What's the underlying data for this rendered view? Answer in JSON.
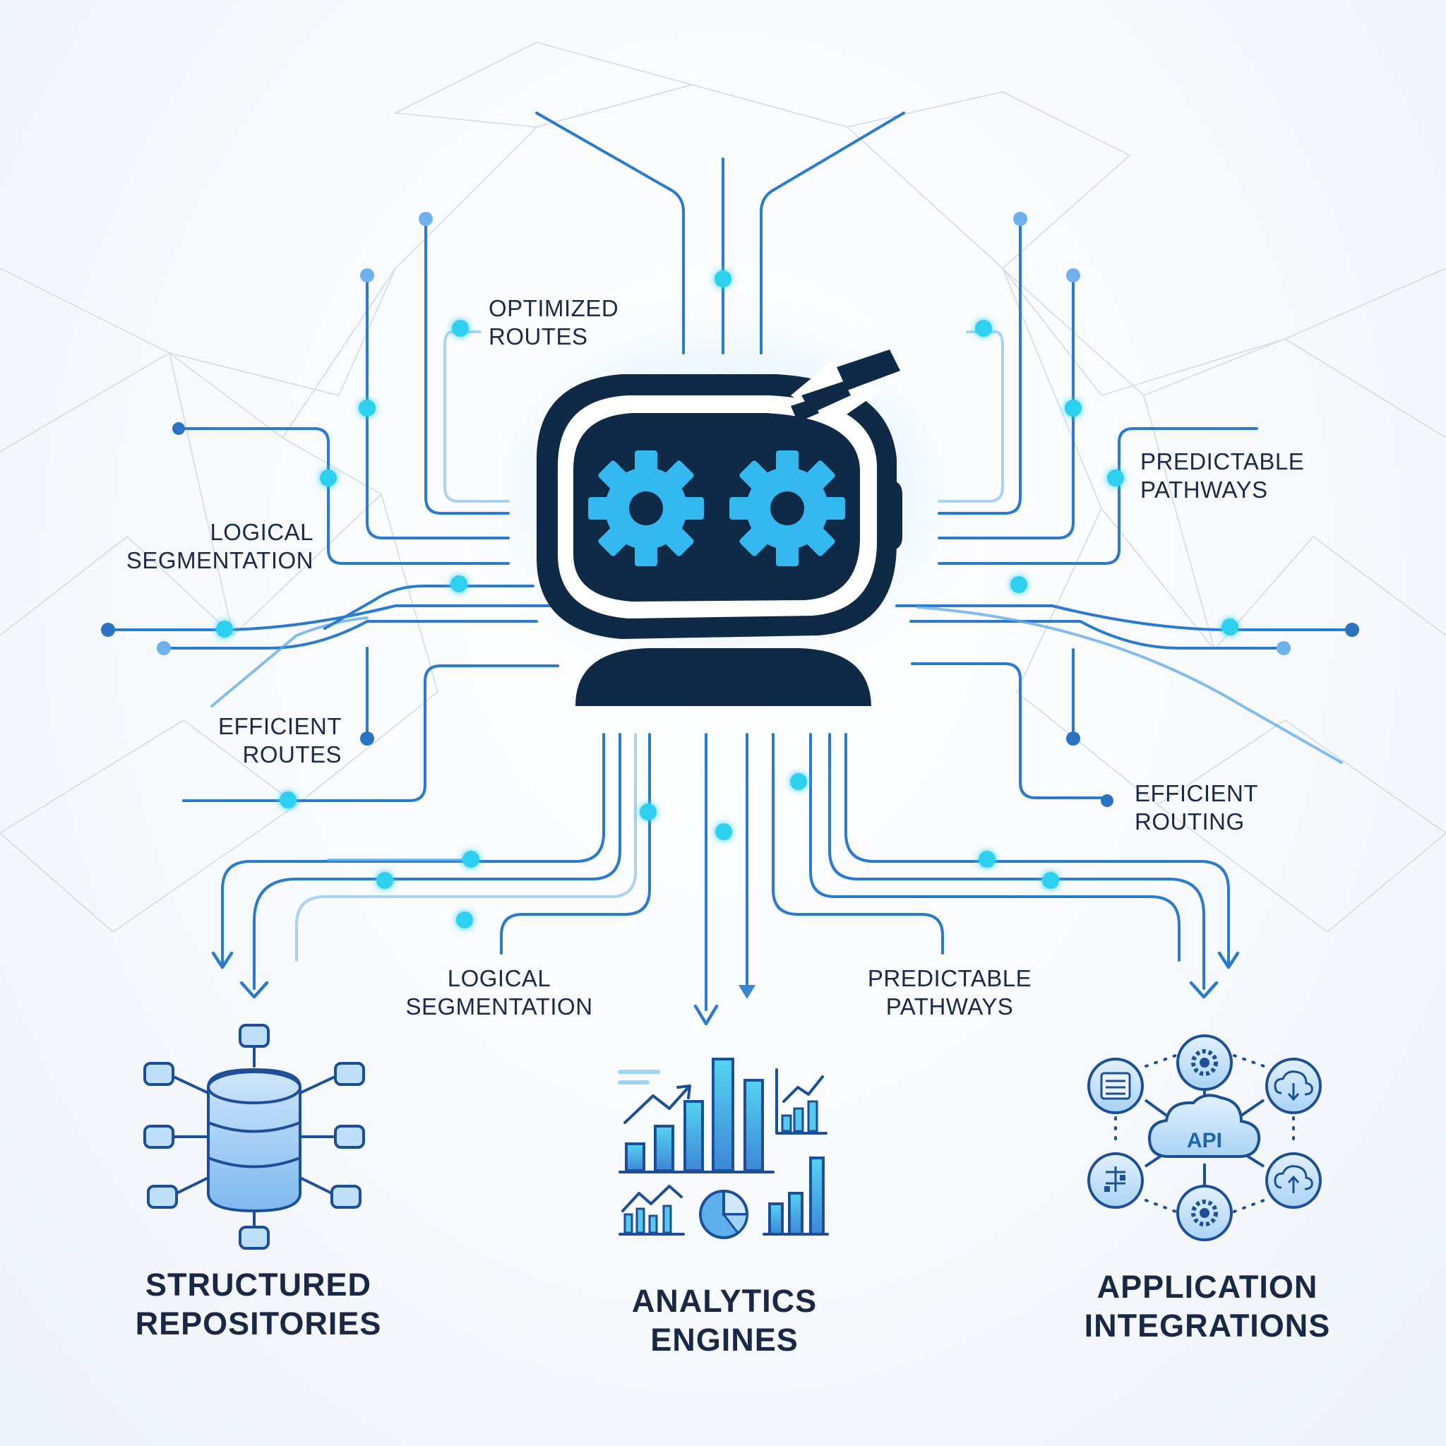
{
  "labels": {
    "optimized_routes": [
      "OPTIMIZED",
      "ROUTES"
    ],
    "logical_segmentation_left": [
      "LOGICAL",
      "SEGMENTATION"
    ],
    "efficient_routes": [
      "EFFICIENT",
      "ROUTES"
    ],
    "predictable_pathways_right": [
      "PREDICTABLE",
      "PATHWAYS"
    ],
    "efficient_routing": [
      "EFFICIENT",
      "ROUTING"
    ],
    "logical_segmentation_bottom": [
      "LOGICAL",
      "SEGMENTATION"
    ],
    "predictable_pathways_bottom": [
      "PREDICTABLE",
      "PATHWAYS"
    ]
  },
  "destinations": [
    {
      "icon": "database-network-icon",
      "title": [
        "STRUCTURED",
        "REPOSITORIES"
      ]
    },
    {
      "icon": "analytics-charts-icon",
      "title": [
        "ANALYTICS",
        "ENGINES"
      ]
    },
    {
      "icon": "api-integration-icon",
      "title": [
        "APPLICATION",
        "INTEGRATIONS"
      ],
      "hub_label": "API"
    }
  ],
  "center": {
    "icon": "robot-router-icon"
  },
  "colors": {
    "dark_navy": "#0f2a46",
    "wire_blue": "#2b7bcc",
    "node_cyan": "#2fd0f0",
    "gear_cyan": "#33b8f0",
    "label_text": "#1a2a47"
  }
}
